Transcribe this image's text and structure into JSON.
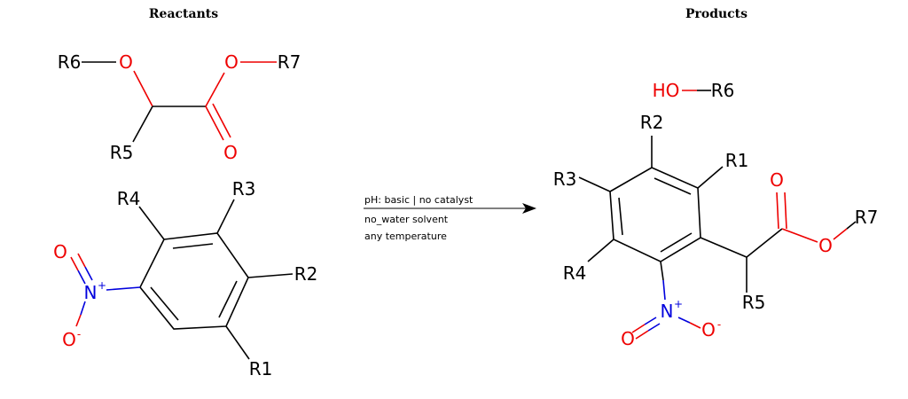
{
  "titles": {
    "reactants": "Reactants",
    "products": "Products"
  },
  "conditions": {
    "line1": "pH: basic | no catalyst",
    "line2": "no_water solvent",
    "line3": "any temperature"
  },
  "colors": {
    "carbon": "#000000",
    "oxygen": "#ee0000",
    "nitrogen": "#0000dd"
  },
  "reactant1": {
    "r6": "R6",
    "o_ether": "O",
    "o_ester": "O",
    "r7": "R7",
    "r5": "R5",
    "o_carbonyl": "O"
  },
  "reactant2": {
    "r4": "R4",
    "r3": "R3",
    "r2": "R2",
    "r1": "R1",
    "n": "N",
    "n_charge": "+",
    "o_double": "O",
    "o_single": "O",
    "o_charge": "-"
  },
  "product1": {
    "ho": "HO",
    "r6": "R6"
  },
  "product2": {
    "r2": "R2",
    "r1": "R1",
    "r3": "R3",
    "r4": "R4",
    "r5": "R5",
    "r7": "R7",
    "o_carbonyl": "O",
    "o_ester": "O",
    "n": "N",
    "n_charge": "+",
    "o_double": "O",
    "o_single": "O",
    "o_charge": "-"
  }
}
